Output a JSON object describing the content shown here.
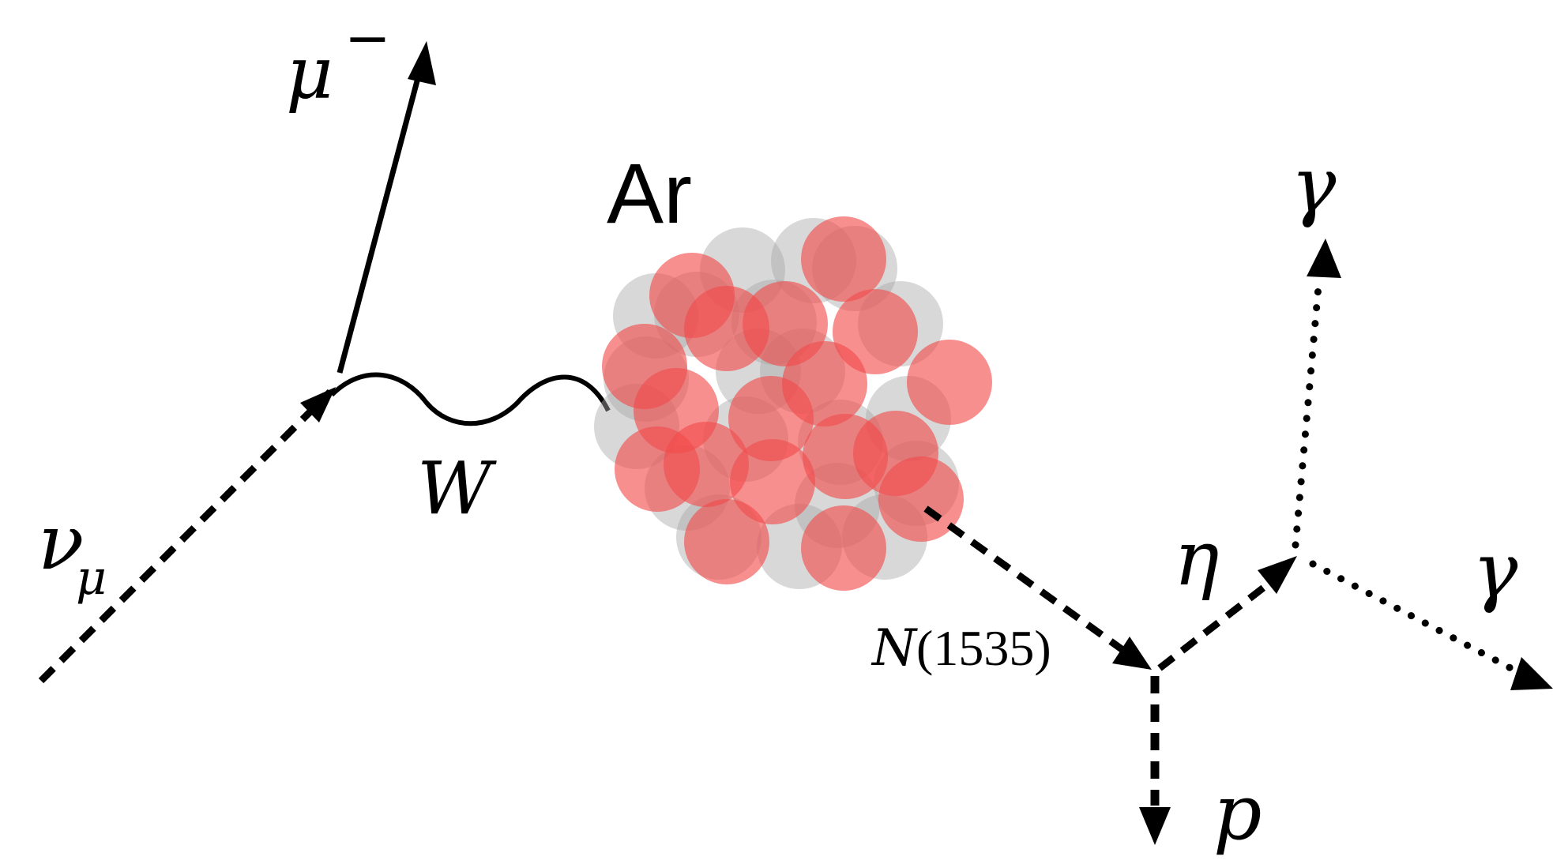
{
  "labels": {
    "neutrino": "ν",
    "neutrino_sub": "μ",
    "muon": "μ",
    "muon_sup": "−",
    "w_boson": "W",
    "nucleus": "Ar",
    "resonance_italic": "N",
    "resonance_mass": "(1535)",
    "eta": "η",
    "proton": "p",
    "photon_top": "γ",
    "photon_right": "γ"
  },
  "colors": {
    "line": "#000000",
    "proton_nucleon": "#f24a4a",
    "neutron_nucleon": "#a8a8a8"
  }
}
